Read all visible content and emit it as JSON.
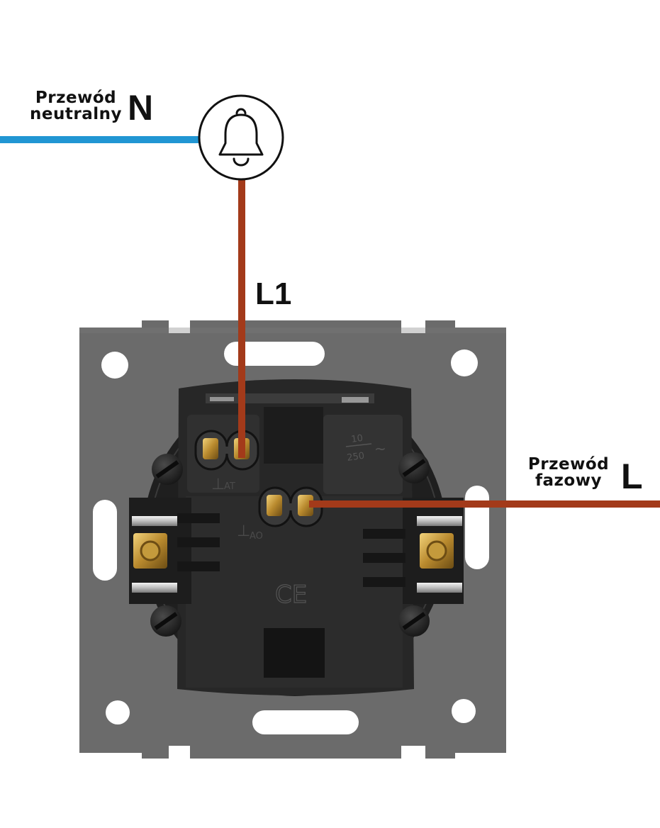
{
  "labels": {
    "neutral_line1": "Przewód",
    "neutral_line2": "neutralny",
    "neutral_letter": "N",
    "l1": "L1",
    "phase_line1": "Przewód",
    "phase_line2": "fazowy",
    "phase_letter": "L"
  },
  "terminal_marks": {
    "upper": "AT",
    "lower": "AO"
  },
  "socket_marks": {
    "rating_top": "10",
    "rating_bottom": "250",
    "ac_symbol": "~",
    "ce": "CE"
  },
  "colors": {
    "neutral_wire": "#2196d3",
    "phase_wire": "#a33a1a",
    "plate": "#6b6b6b",
    "socket_body": "#2a2a2a"
  }
}
